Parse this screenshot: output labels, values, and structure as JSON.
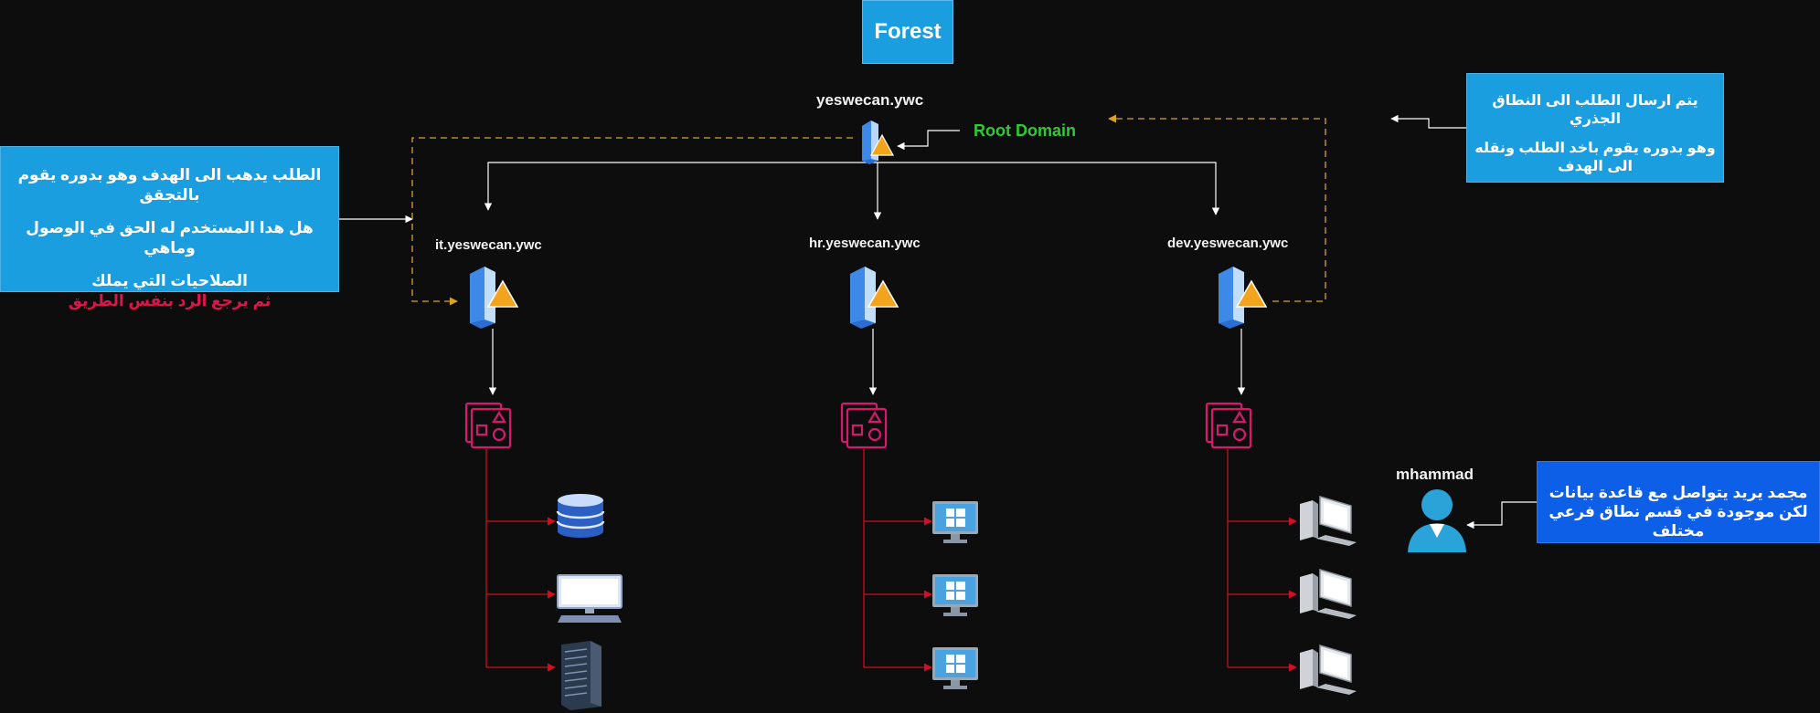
{
  "forest": {
    "label": "Forest"
  },
  "root": {
    "name": "yeswecan.ywc",
    "tag": "Root Domain"
  },
  "children": [
    {
      "name": "it.yeswecan.ywc"
    },
    {
      "name": "hr.yeswecan.ywc"
    },
    {
      "name": "dev.yeswecan.ywc"
    }
  ],
  "user": {
    "name": "mhammad"
  },
  "notes": {
    "left": {
      "line1": "الطلب يدهب الى الهدف وهو بدوره يقوم بالتجقق",
      "line2": "هل هدا المستخدم له الحق في  الوصول وماهي",
      "line3": "الصلاحيات التي يملك",
      "line4": "ثم يرجع الرد بنفس الطريق"
    },
    "right": {
      "line1": "يتم ارسال الطلب الى النطاق الجذري",
      "line2": "وهو بدوره يقوم باخد الطلب ونقله",
      "line3": "الى الهدف"
    },
    "user": {
      "line1": "مجمد يريد يتواصل مع قاعدة بيانات",
      "line2": "لكن موجودة في قسم نطاق فرعي مختلف"
    }
  },
  "icons": {
    "root_server": "domain-controller-warning-icon",
    "child_server": "domain-controller-warning-icon",
    "ou": "organizational-unit-shapes-icon",
    "it_resources": [
      "database-icon",
      "monitor-keyboard-icon",
      "server-rack-icon"
    ],
    "hr_resources": [
      "windows-monitor-icon",
      "windows-monitor-icon",
      "windows-monitor-icon"
    ],
    "dev_resources": [
      "workstation-pc-icon",
      "workstation-pc-icon",
      "workstation-pc-icon"
    ],
    "user": "user-avatar-icon"
  },
  "colors": {
    "background": "#0d0d0d",
    "forest_box": "#1b9ee0",
    "note_box": "#1b9ee0",
    "user_note_box": "#0c5fe6",
    "root_domain_text": "#2ecc32",
    "dashed_path": "#d9a520",
    "ou_stroke": "#d6196d",
    "resource_lines": "#c8101e",
    "highlight_text": "#e0144c"
  }
}
